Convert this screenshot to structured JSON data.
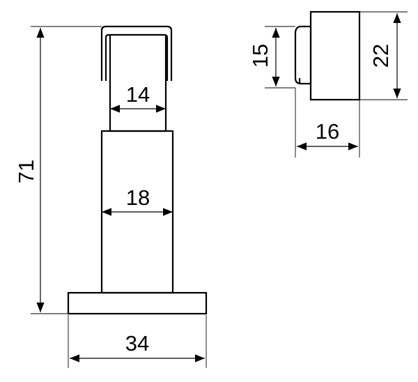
{
  "dimensions": {
    "total_height": "71",
    "top_width": "14",
    "body_width": "18",
    "base_width": "34",
    "side_small_height": "15",
    "side_height": "22",
    "side_depth": "16"
  },
  "colors": {
    "line": "#000000",
    "background": "#ffffff"
  }
}
